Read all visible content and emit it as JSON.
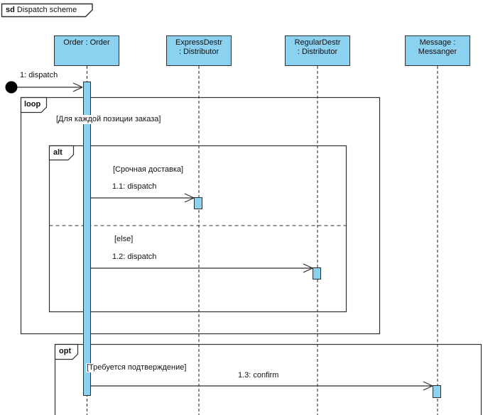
{
  "frame": {
    "keyword": "sd",
    "title": "Dispatch scheme"
  },
  "participants": [
    {
      "id": "order",
      "line1": "Order : Order",
      "line2": ""
    },
    {
      "id": "express",
      "line1": "ExpressDestr",
      "line2": ": Distributor"
    },
    {
      "id": "regular",
      "line1": "RegularDestr",
      "line2": ": Distributor"
    },
    {
      "id": "message",
      "line1": "Message :",
      "line2": "Messanger"
    }
  ],
  "fragments": {
    "loop": {
      "operator": "loop",
      "guard": "[Для каждой позиции заказа]"
    },
    "alt": {
      "operator": "alt",
      "guard1": "[Срочная доставка]",
      "guard2": "[else]"
    },
    "opt": {
      "operator": "opt",
      "guard": "[Требуется подтверждение]"
    }
  },
  "messages": [
    {
      "label": "1: dispatch"
    },
    {
      "label": "1.1: dispatch"
    },
    {
      "label": "1.2: dispatch"
    },
    {
      "label": "1.3: confirm"
    }
  ],
  "colors": {
    "participant_fill": "#8DD1F0",
    "line": "#2f2f2f"
  }
}
